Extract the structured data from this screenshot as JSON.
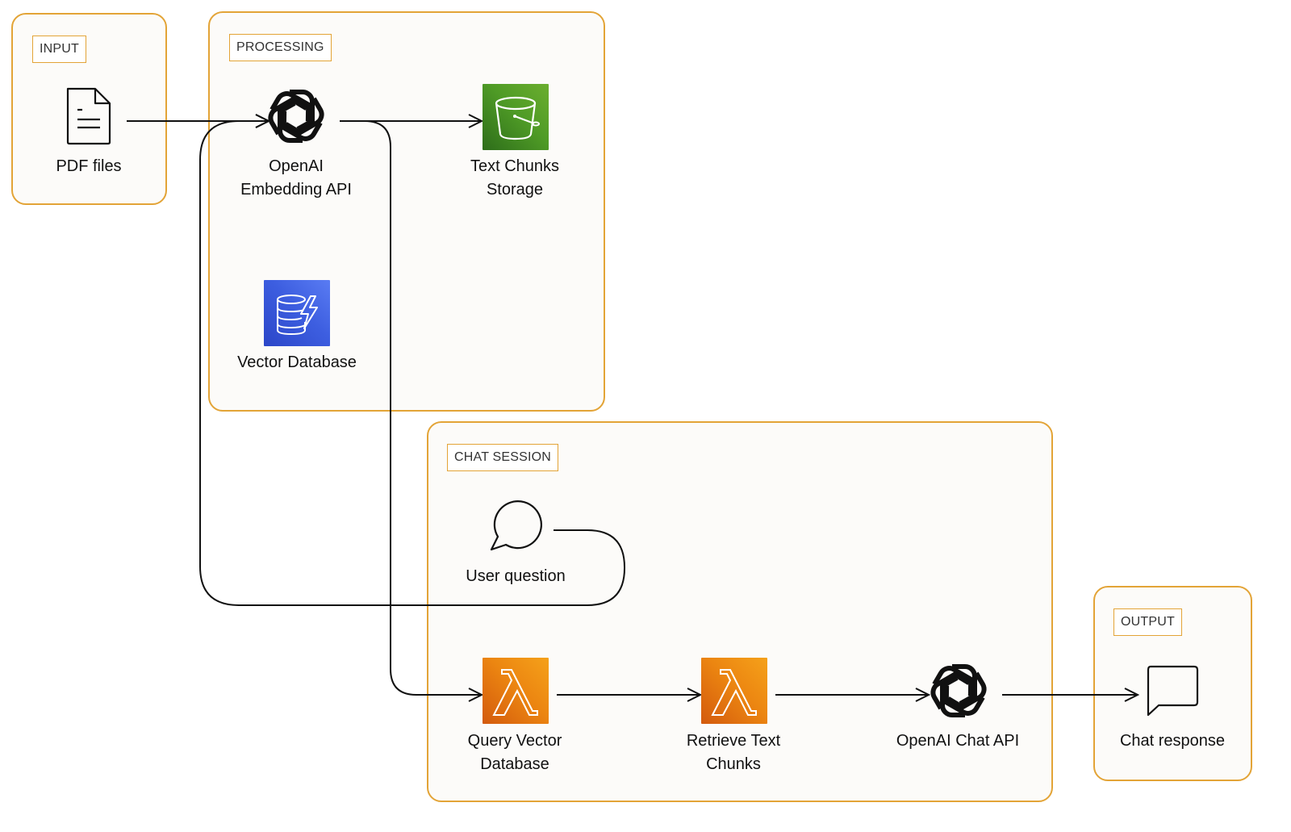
{
  "groups": {
    "input": "INPUT",
    "processing": "PROCESSING",
    "chat_session": "CHAT SESSION",
    "output": "OUTPUT"
  },
  "nodes": {
    "pdf_files": "PDF files",
    "embedding_api": [
      "OpenAI",
      "Embedding API"
    ],
    "text_chunks_storage": [
      "Text Chunks",
      "Storage"
    ],
    "vector_database": "Vector Database",
    "user_question": "User question",
    "query_vector_database": [
      "Query Vector",
      "Database"
    ],
    "retrieve_text_chunks": [
      "Retrieve Text",
      "Chunks"
    ],
    "chat_api": "OpenAI Chat API",
    "chat_response": "Chat response"
  },
  "icons": {
    "pdf_files": "document-icon",
    "embedding_api": "openai-logo-icon",
    "text_chunks_storage": "storage-bucket-icon",
    "vector_database": "database-icon",
    "user_question": "speech-bubble-icon",
    "query_vector_database": "lambda-icon",
    "retrieve_text_chunks": "lambda-icon",
    "chat_api": "openai-logo-icon",
    "chat_response": "chat-bubble-icon"
  },
  "colors": {
    "group_border": "#e3a437",
    "storage_tile": "#4f9b26",
    "database_tile": "#3d5ee0",
    "lambda_tile": "#ec8611",
    "connector": "#111111"
  }
}
